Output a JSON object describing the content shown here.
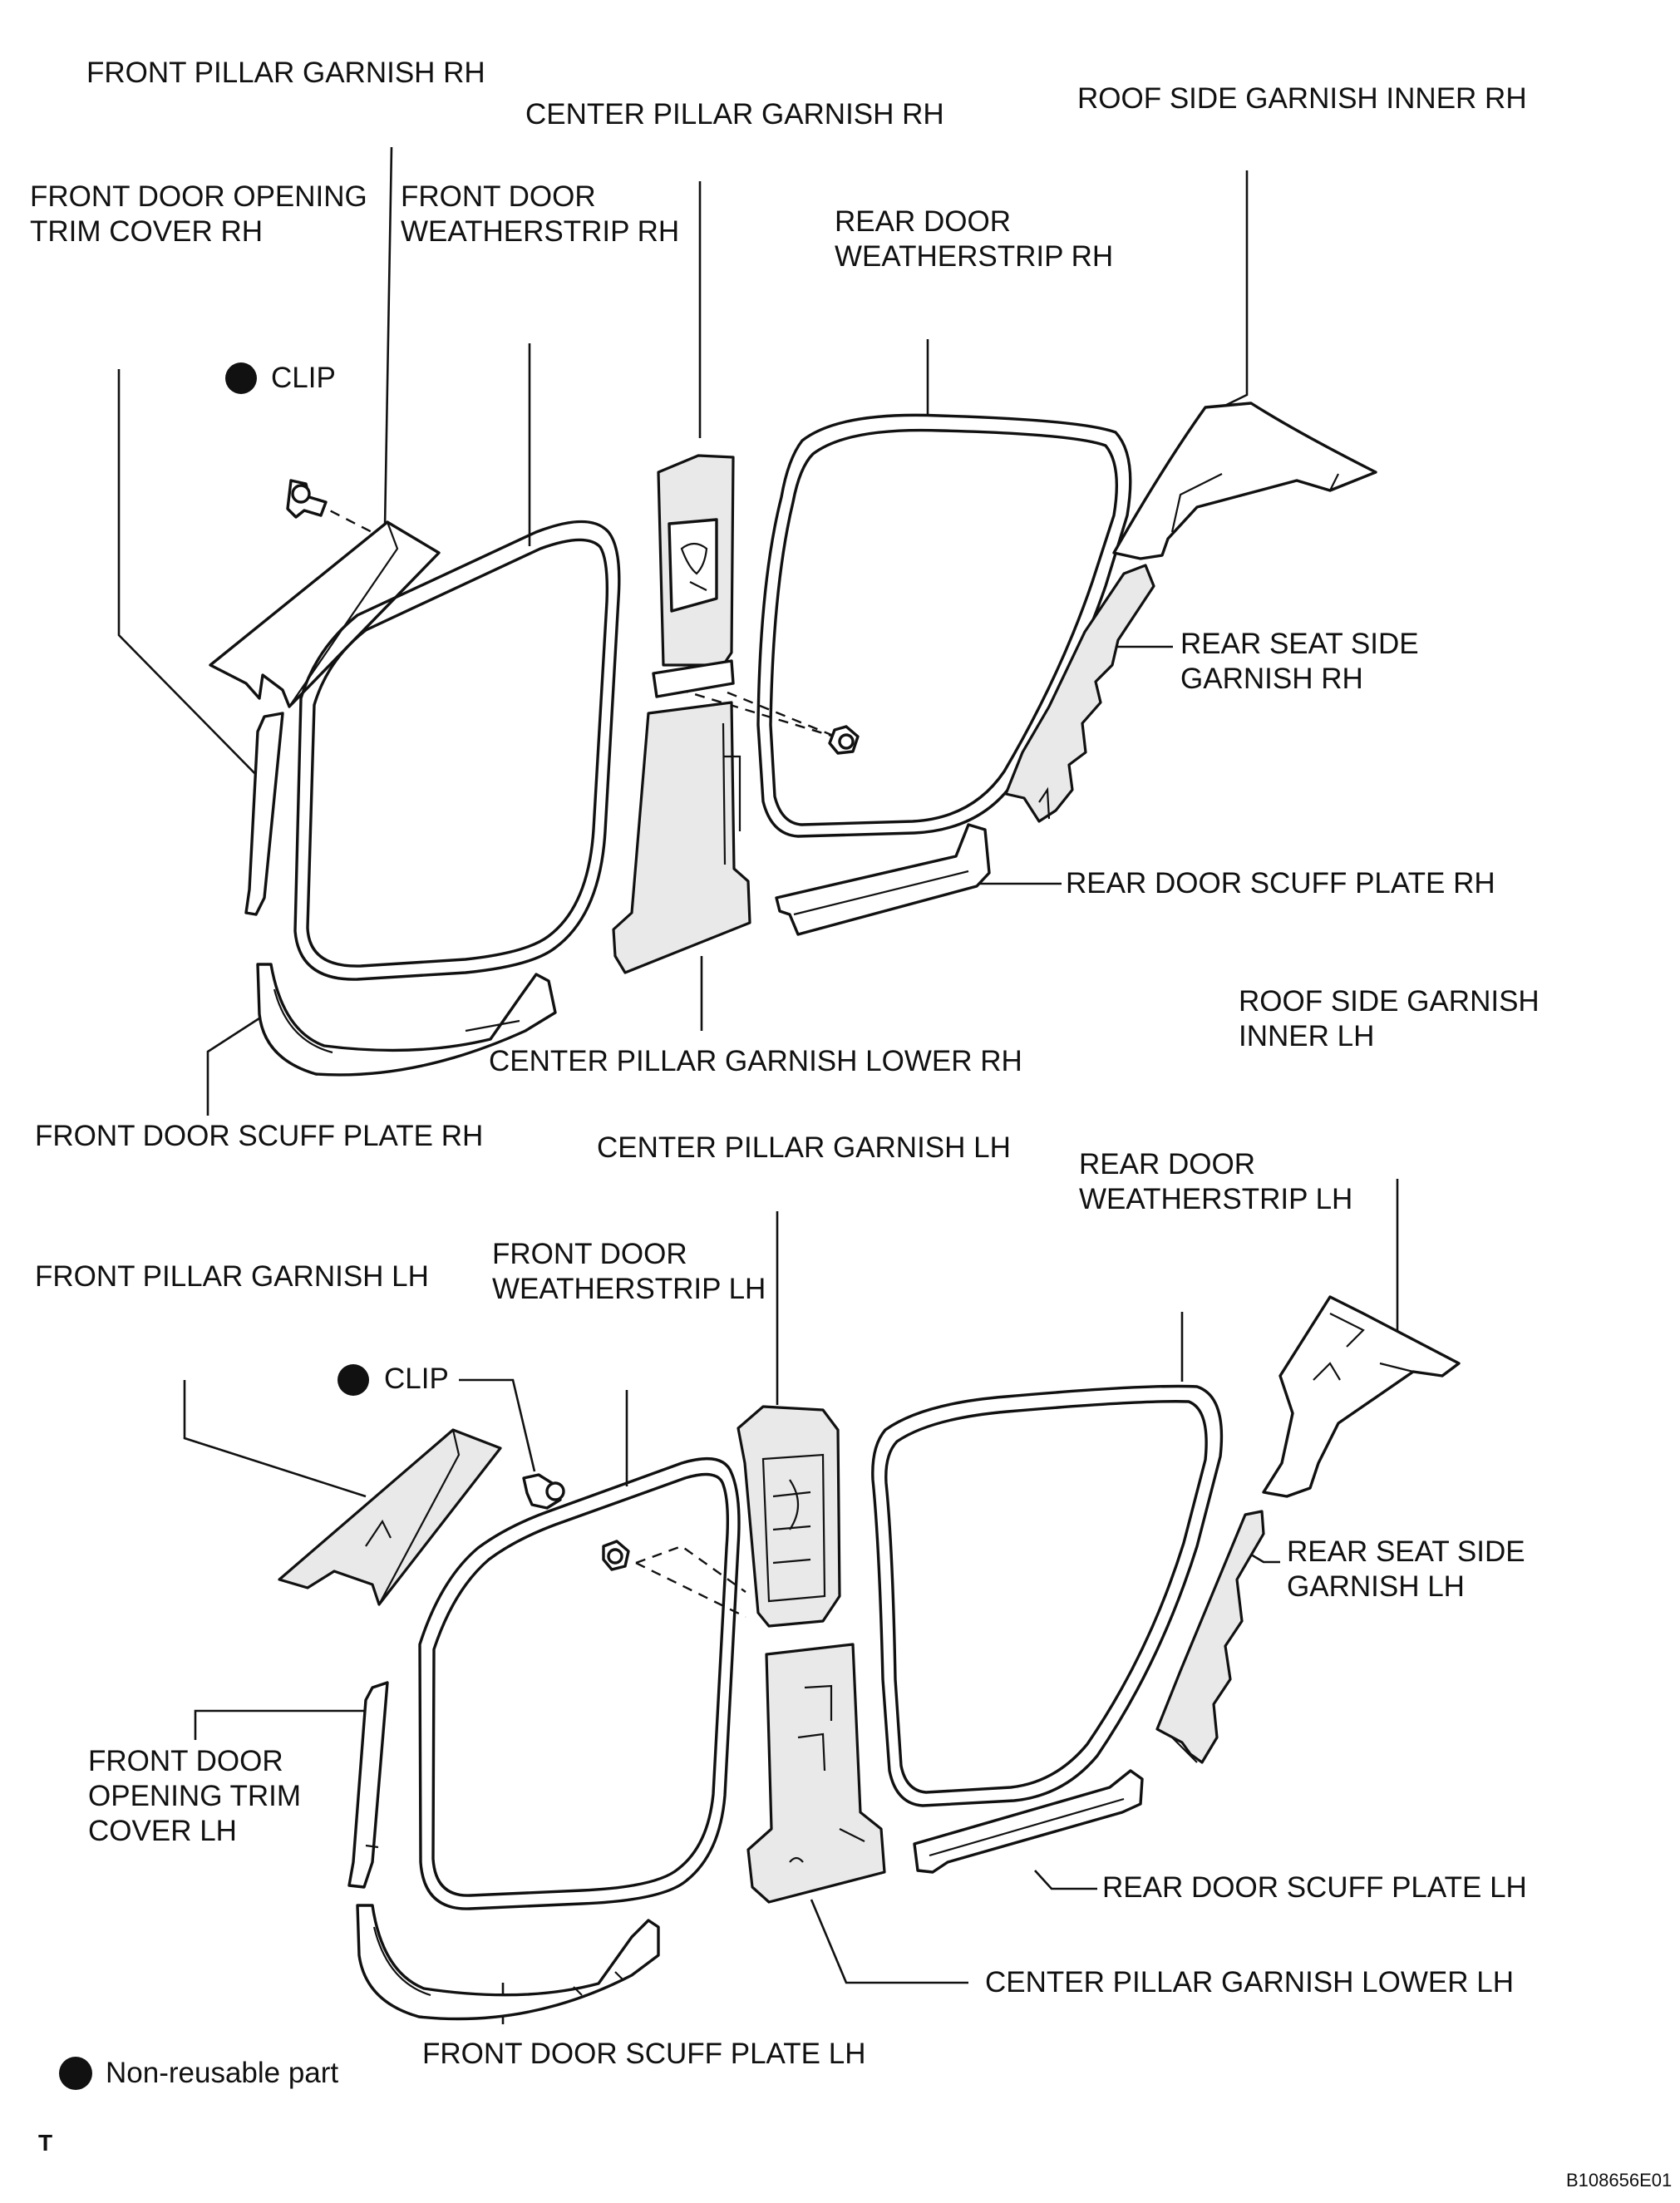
{
  "labels": {
    "front_pillar_garnish_rh": "FRONT PILLAR GARNISH RH",
    "center_pillar_garnish_rh": "CENTER PILLAR GARNISH RH",
    "roof_side_garnish_inner_rh": "ROOF SIDE GARNISH INNER RH",
    "front_door_opening_trim_cover_rh": "FRONT DOOR OPENING\nTRIM COVER RH",
    "front_door_weatherstrip_rh": "FRONT DOOR\nWEATHERSTRIP RH",
    "rear_door_weatherstrip_rh": "REAR DOOR\nWEATHERSTRIP RH",
    "clip_rh": "CLIP",
    "rear_seat_side_garnish_rh": "REAR SEAT SIDE\nGARNISH RH",
    "rear_door_scuff_plate_rh": "REAR DOOR SCUFF PLATE RH",
    "roof_side_garnish_inner_lh": "ROOF SIDE GARNISH\nINNER LH",
    "center_pillar_garnish_lower_rh": "CENTER PILLAR GARNISH LOWER RH",
    "front_door_scuff_plate_rh": "FRONT DOOR SCUFF PLATE RH",
    "center_pillar_garnish_lh": "CENTER PILLAR GARNISH LH",
    "rear_door_weatherstrip_lh": "REAR DOOR\nWEATHERSTRIP LH",
    "front_door_weatherstrip_lh": "FRONT DOOR\nWEATHERSTRIP LH",
    "front_pillar_garnish_lh": "FRONT PILLAR GARNISH LH",
    "clip_lh": "CLIP",
    "rear_seat_side_garnish_lh": "REAR SEAT SIDE\nGARNISH LH",
    "front_door_opening_trim_cover_lh": "FRONT DOOR\nOPENING TRIM\nCOVER LH",
    "rear_door_scuff_plate_lh": "REAR DOOR SCUFF PLATE LH",
    "center_pillar_garnish_lower_lh": "CENTER PILLAR GARNISH LOWER LH",
    "front_door_scuff_plate_lh": "FRONT DOOR SCUFF PLATE LH"
  },
  "legend": {
    "non_reusable_part": "Non-reusable part"
  },
  "corner": {
    "letter": "T",
    "figure_code": "B108656E01"
  }
}
